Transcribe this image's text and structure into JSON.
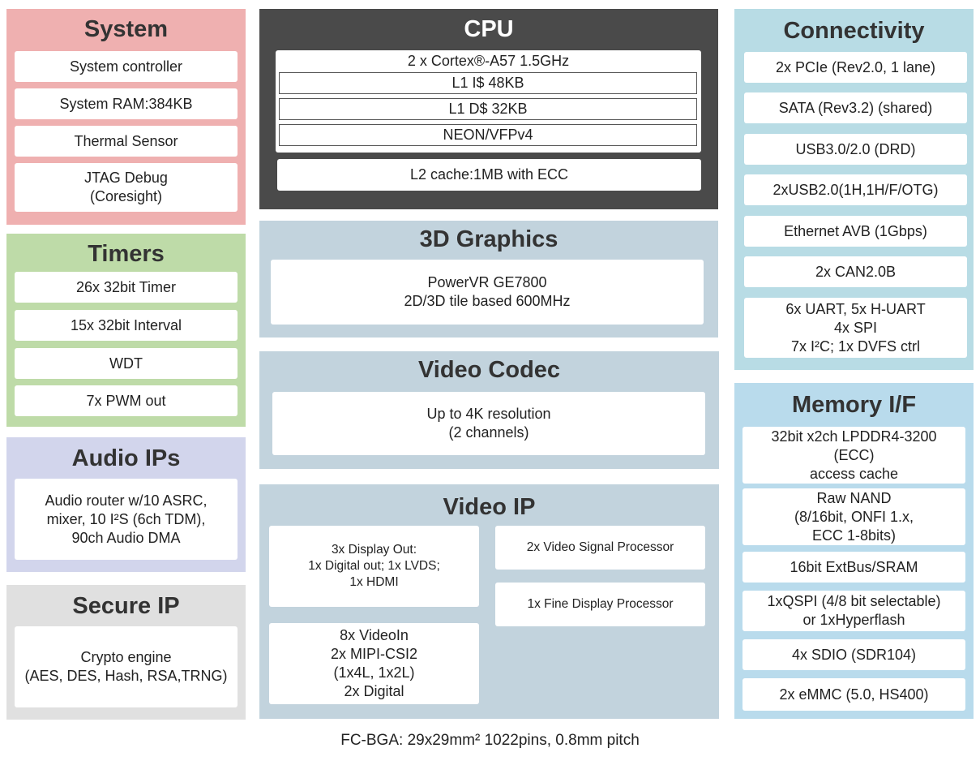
{
  "colors": {
    "system": "#efb0b0",
    "timers": "#bedba8",
    "audio": "#d2d5ec",
    "secure": "#e0e0e0",
    "cpu": "#4a4a4a",
    "graphics": "#c2d3dd",
    "connectivity": "#b8dce5",
    "memory": "#b9dbec"
  },
  "system": {
    "title": "System",
    "items": [
      "System controller",
      "System RAM:384KB",
      "Thermal Sensor",
      "JTAG Debug\n(Coresight)"
    ]
  },
  "timers": {
    "title": "Timers",
    "items": [
      "26x 32bit Timer",
      "15x 32bit Interval",
      "WDT",
      "7x PWM out"
    ]
  },
  "audio": {
    "title": "Audio IPs",
    "items": [
      "Audio router w/10 ASRC,\nmixer, 10 I²S (6ch TDM),\n90ch Audio DMA"
    ]
  },
  "secure": {
    "title": "Secure IP",
    "items": [
      "Crypto engine\n(AES, DES, Hash, RSA,TRNG)"
    ]
  },
  "cpu": {
    "title": "CPU",
    "core": "2 x Cortex®-A57 1.5GHz",
    "subs": [
      "L1 I$ 48KB",
      "L1 D$ 32KB",
      "NEON/VFPv4"
    ],
    "l2": "L2 cache:1MB with ECC"
  },
  "graphics": {
    "title": "3D Graphics",
    "items": [
      "PowerVR GE7800\n2D/3D tile based 600MHz"
    ]
  },
  "codec": {
    "title": "Video Codec",
    "items": [
      "Up to 4K resolution\n(2 channels)"
    ]
  },
  "videoip": {
    "title": "Video IP",
    "items": [
      "3x Display Out:\n1x Digital out; 1x LVDS;\n1x HDMI",
      "8x VideoIn\n2x MIPI-CSI2\n(1x4L, 1x2L)\n2x Digital",
      "2x Video Signal Processor",
      "1x Fine Display Processor"
    ]
  },
  "connectivity": {
    "title": "Connectivity",
    "items": [
      "2x PCIe (Rev2.0, 1 lane)",
      "SATA (Rev3.2) (shared)",
      "USB3.0/2.0 (DRD)",
      "2xUSB2.0(1H,1H/F/OTG)",
      "Ethernet AVB (1Gbps)",
      "2x CAN2.0B",
      "6x UART, 5x H-UART\n4x SPI\n7x I²C; 1x DVFS ctrl"
    ]
  },
  "memory": {
    "title": "Memory I/F",
    "items": [
      "32bit x2ch LPDDR4-3200\n(ECC)\naccess cache",
      "Raw NAND\n(8/16bit, ONFI 1.x,\nECC 1-8bits)",
      "16bit ExtBus/SRAM",
      "1xQSPI (4/8 bit selectable)\nor 1xHyperflash",
      "4x SDIO (SDR104)",
      "2x eMMC (5.0, HS400)"
    ]
  },
  "footer": "FC-BGA: 29x29mm² 1022pins, 0.8mm pitch"
}
